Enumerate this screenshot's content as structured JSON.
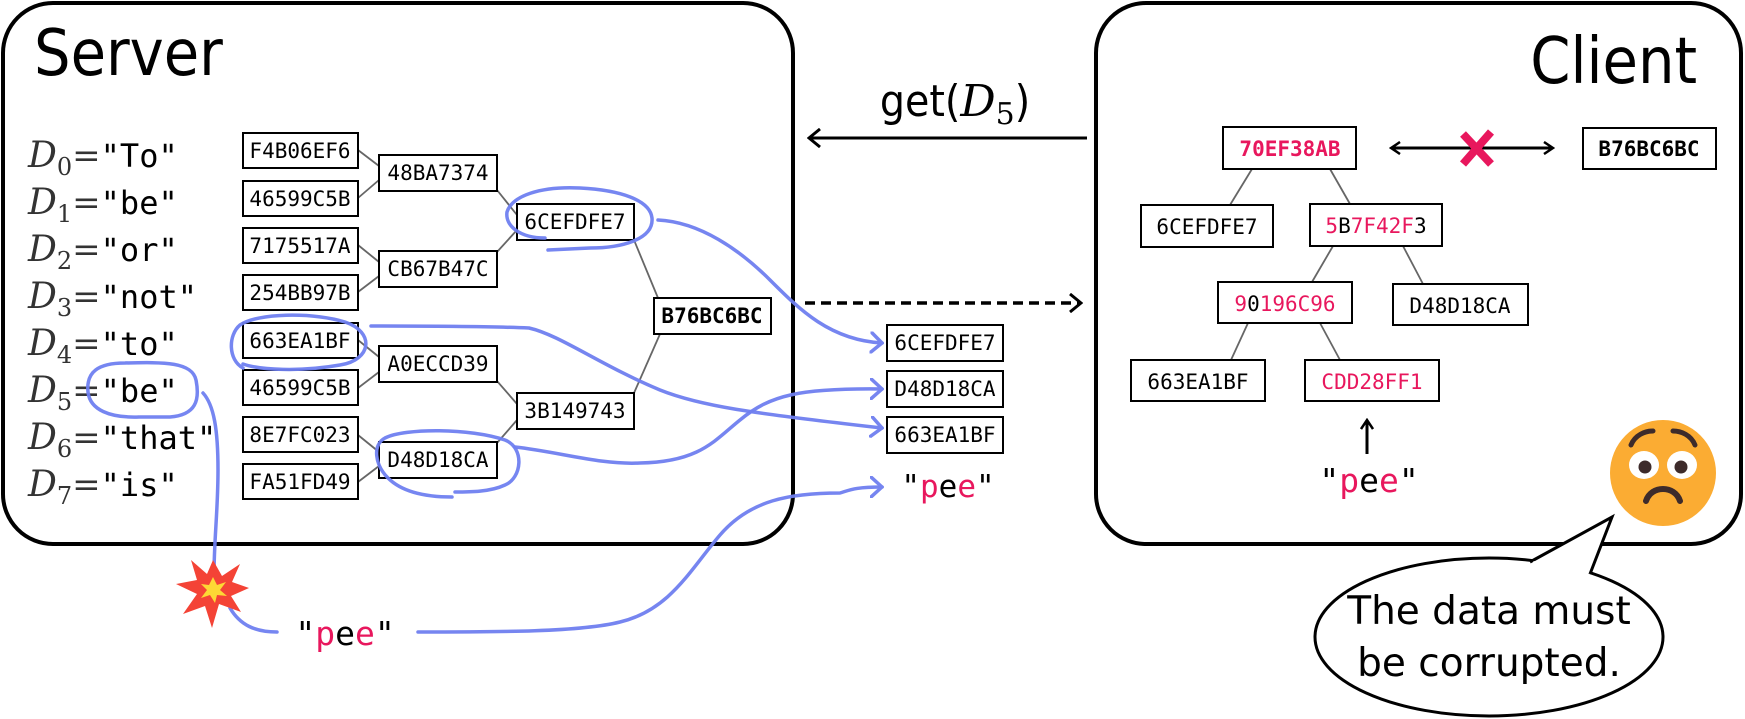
{
  "colors": {
    "accent_pink": "#e8175d",
    "ink_blue": "#6f7ff0",
    "edge_gray": "#666666",
    "emoji_face": "#f9a825"
  },
  "server": {
    "title": "Server",
    "documents": [
      {
        "name": "D",
        "index": "0",
        "eq": "=",
        "value": "\"To\""
      },
      {
        "name": "D",
        "index": "1",
        "eq": "=",
        "value": "\"be\""
      },
      {
        "name": "D",
        "index": "2",
        "eq": "=",
        "value": "\"or\""
      },
      {
        "name": "D",
        "index": "3",
        "eq": "=",
        "value": "\"not\""
      },
      {
        "name": "D",
        "index": "4",
        "eq": "=",
        "value": "\"to\""
      },
      {
        "name": "D",
        "index": "5",
        "eq": "=",
        "value": "\"be\""
      },
      {
        "name": "D",
        "index": "6",
        "eq": "=",
        "value": "\"that\""
      },
      {
        "name": "D",
        "index": "7",
        "eq": "=",
        "value": "\"is\""
      }
    ],
    "tree": {
      "leaves": [
        "F4B06EF6",
        "46599C5B",
        "7175517A",
        "254BB97B",
        "663EA1BF",
        "46599C5B",
        "8E7FC023",
        "FA51FD49"
      ],
      "level1": [
        "48BA7374",
        "CB67B47C",
        "A0ECCD39",
        "D48D18CA"
      ],
      "level2": [
        "6CEFDFE7",
        "3B149743"
      ],
      "root": "B76BC6BC"
    },
    "corrupted_value": {
      "q1": "\"",
      "p": "p",
      "e1": "e",
      "e2": "e",
      "q2": "\""
    }
  },
  "channel": {
    "request_label_prefix": "get(",
    "request_label_var": "D",
    "request_label_index": "5",
    "request_label_suffix": ")",
    "proof_hashes": [
      "6CEFDFE7",
      "D48D18CA",
      "663EA1BF"
    ],
    "returned_value": {
      "q1": "\"",
      "p": "p",
      "e1": "e",
      "e2": "e",
      "q2": "\""
    }
  },
  "client": {
    "title": "Client",
    "computed_root": "70EF38AB",
    "trusted_root": "B76BC6BC",
    "mismatch_icon": "cross-mark-icon",
    "tree": {
      "level1_left": "6CEFDFE7",
      "level1_right": [
        {
          "text": "5",
          "tainted": true
        },
        {
          "text": "B",
          "tainted": false
        },
        {
          "text": "7F42F",
          "tainted": true
        },
        {
          "text": "3",
          "tainted": false
        }
      ],
      "level2_left": [
        {
          "text": "9",
          "tainted": true
        },
        {
          "text": "0",
          "tainted": false
        },
        {
          "text": "196C96",
          "tainted": true
        }
      ],
      "level2_right": "D48D18CA",
      "level3_left": "663EA1BF",
      "level3_right": "CDD28FF1"
    },
    "received_value": {
      "q1": "\"",
      "p": "p",
      "e1": "e",
      "e2": "e",
      "q2": "\""
    },
    "emoji": "anxious-face-icon",
    "speech": {
      "line1": "The data must",
      "line2": "be corrupted."
    }
  }
}
